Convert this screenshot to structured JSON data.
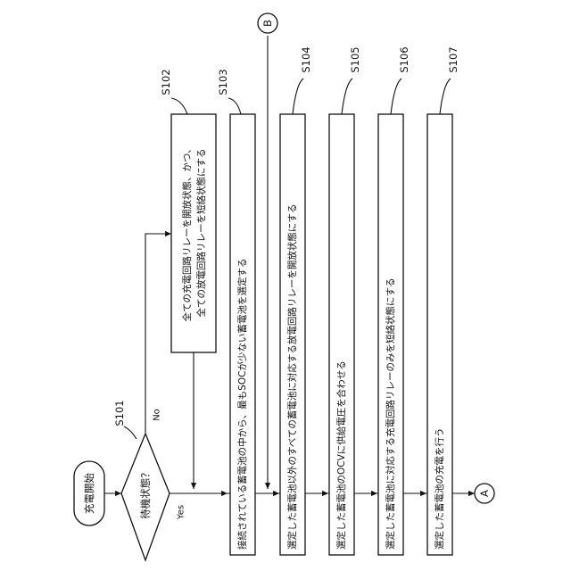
{
  "start": {
    "label": "充電開始"
  },
  "decision": {
    "step_id": "S101",
    "label": "待機状態？",
    "yes_label": "Yes",
    "no_label": "No"
  },
  "steps": [
    {
      "id": "S102",
      "line1": "全ての充電回路リレーを開放状態、かつ、",
      "line2": "全ての放電回路リレーを短絡状態にする"
    },
    {
      "id": "S103",
      "line1": "接続されている蓄電池の中から、最もSOCが少ない蓄電池を選定する"
    },
    {
      "id": "S104",
      "line1": "選定した蓄電池以外のすべての蓄電池に対応する放電回路リレーを開放状態にする"
    },
    {
      "id": "S105",
      "line1": "選定した蓄電池のOCVに供給電圧を合わせる"
    },
    {
      "id": "S106",
      "line1": "選定した蓄電池に対応する充電回路リレーのみを短絡状態にする"
    },
    {
      "id": "S107",
      "line1": "選定した蓄電池の充電を行う"
    }
  ],
  "connectors": {
    "top": "B",
    "bottom": "A"
  }
}
